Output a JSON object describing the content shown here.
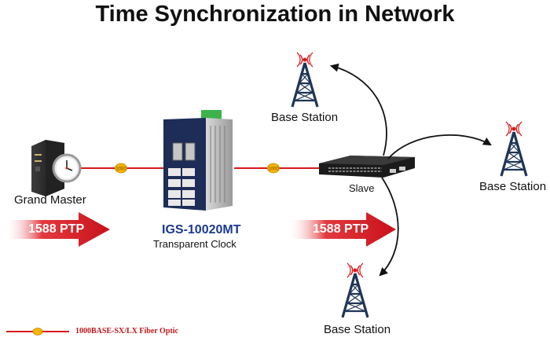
{
  "title": "Time Synchronization in Network",
  "nodes": {
    "grand_master": {
      "label": "Grand Master"
    },
    "switch": {
      "model": "IGS-10020MT",
      "role": "Transparent Clock"
    },
    "slave": {
      "label": "Slave"
    },
    "base_station_top": {
      "label": "Base Station"
    },
    "base_station_right": {
      "label": "Base Station"
    },
    "base_station_bottom": {
      "label": "Base Station"
    }
  },
  "protocol_arrows": [
    {
      "label": "1588 PTP"
    },
    {
      "label": "1588 PTP"
    }
  ],
  "link_badge": {
    "text": "1000"
  },
  "legend": {
    "label": "1000BASE-SX/LX Fiber Optic"
  },
  "colors": {
    "fiber_line": "#d7191c",
    "badge": "#f7b500",
    "model_text": "#1a3a8f",
    "legend_text": "#c0161c",
    "ptp_arrow": "#d8151c",
    "tower": "#1f3556"
  }
}
